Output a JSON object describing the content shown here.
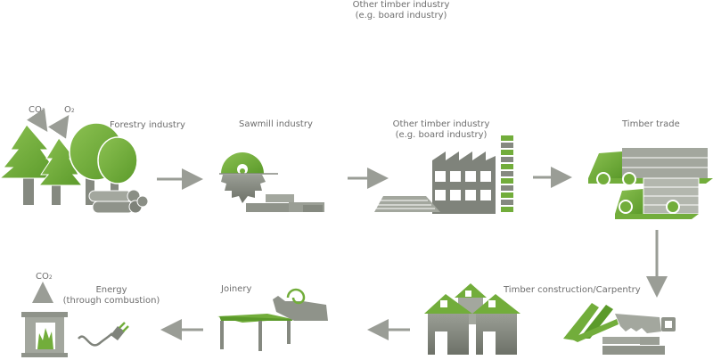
{
  "colors": {
    "green": "#72ad3b",
    "green_dark": "#5b9a2a",
    "gray": "#7f837b",
    "gray_light": "#a8aca3",
    "arrow": "#9a9d96",
    "text": "#6e6e6e"
  },
  "header_label": {
    "line1": "Other timber industry",
    "line2": "(e.g. board industry)"
  },
  "stages": [
    {
      "id": "forestry",
      "label": "Forestry industry",
      "icon": "trees-icon",
      "annotations": {
        "co2": "CO",
        "co2_sub": "2",
        "o2": "O",
        "o2_sub": "2"
      }
    },
    {
      "id": "sawmill",
      "label": "Sawmill industry",
      "icon": "saw-blade-icon"
    },
    {
      "id": "other-timber",
      "label_line1": "Other timber industry",
      "label_line2": "(e.g. board industry)",
      "icon": "factory-icon"
    },
    {
      "id": "timber-trade",
      "label": "Timber trade",
      "icon": "trucks-icon"
    },
    {
      "id": "construction",
      "label": "Timber construction/Carpentry",
      "icon": "houses-icon"
    },
    {
      "id": "joinery",
      "label": "Joinery",
      "icon": "table-plane-icon"
    },
    {
      "id": "energy",
      "label_line1": "Energy",
      "label_line2": "(through combustion)",
      "icon": "fireplace-icon",
      "annotations": {
        "co2": "CO",
        "co2_sub": "2"
      }
    }
  ],
  "flow": [
    "forestry",
    "sawmill",
    "other-timber",
    "timber-trade",
    "carpentry",
    "construction",
    "joinery",
    "energy"
  ]
}
